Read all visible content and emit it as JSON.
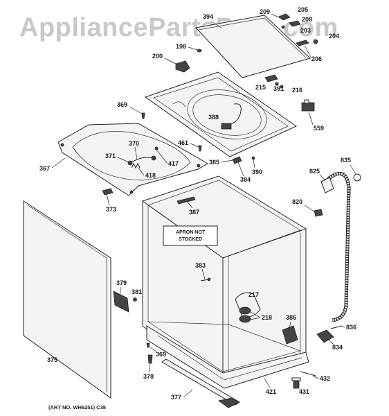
{
  "watermark": "AppliancePartsPros.com",
  "apron_note": [
    "APRON NOT",
    "STOCKED"
  ],
  "art_number": "(ART NO. WH6251) C38",
  "parts": [
    {
      "id": "394"
    },
    {
      "id": "209"
    },
    {
      "id": "205"
    },
    {
      "id": "208"
    },
    {
      "id": "203"
    },
    {
      "id": "204"
    },
    {
      "id": "198"
    },
    {
      "id": "206"
    },
    {
      "id": "200"
    },
    {
      "id": "215"
    },
    {
      "id": "391"
    },
    {
      "id": "216"
    },
    {
      "id": "369a",
      "label": "369"
    },
    {
      "id": "388"
    },
    {
      "id": "559"
    },
    {
      "id": "461"
    },
    {
      "id": "370"
    },
    {
      "id": "371"
    },
    {
      "id": "417"
    },
    {
      "id": "367"
    },
    {
      "id": "418"
    },
    {
      "id": "385"
    },
    {
      "id": "390"
    },
    {
      "id": "384"
    },
    {
      "id": "835"
    },
    {
      "id": "825"
    },
    {
      "id": "373"
    },
    {
      "id": "387"
    },
    {
      "id": "820"
    },
    {
      "id": "383"
    },
    {
      "id": "379"
    },
    {
      "id": "381"
    },
    {
      "id": "217"
    },
    {
      "id": "218"
    },
    {
      "id": "386"
    },
    {
      "id": "836"
    },
    {
      "id": "834"
    },
    {
      "id": "375"
    },
    {
      "id": "369b",
      "label": "369"
    },
    {
      "id": "378"
    },
    {
      "id": "432"
    },
    {
      "id": "421"
    },
    {
      "id": "431"
    },
    {
      "id": "377"
    }
  ]
}
